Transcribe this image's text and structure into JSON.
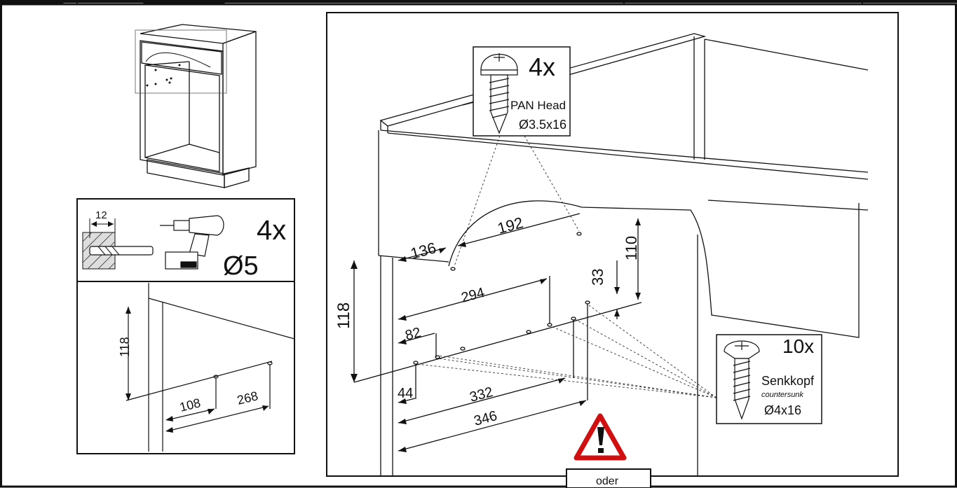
{
  "top_view": {
    "screw_pan": {
      "qty": "4x",
      "name": "PAN Head",
      "size": "Ø3.5x16"
    },
    "screw_countersunk": {
      "qty": "10x",
      "name": "Senkkopf",
      "subname": "countersunk",
      "size": "Ø4x16"
    },
    "dims": {
      "d136": "136",
      "d192": "192",
      "d110": "110",
      "d118": "118",
      "d294": "294",
      "d33": "33",
      "d82": "82",
      "d44": "44",
      "d332": "332",
      "d346": "346"
    },
    "warning_icon": "warning-triangle-icon",
    "oder": "oder"
  },
  "drill": {
    "depth": "12",
    "qty": "4x",
    "diameter": "Ø5"
  },
  "side_view": {
    "d118": "118",
    "d108": "108",
    "d268": "268"
  }
}
